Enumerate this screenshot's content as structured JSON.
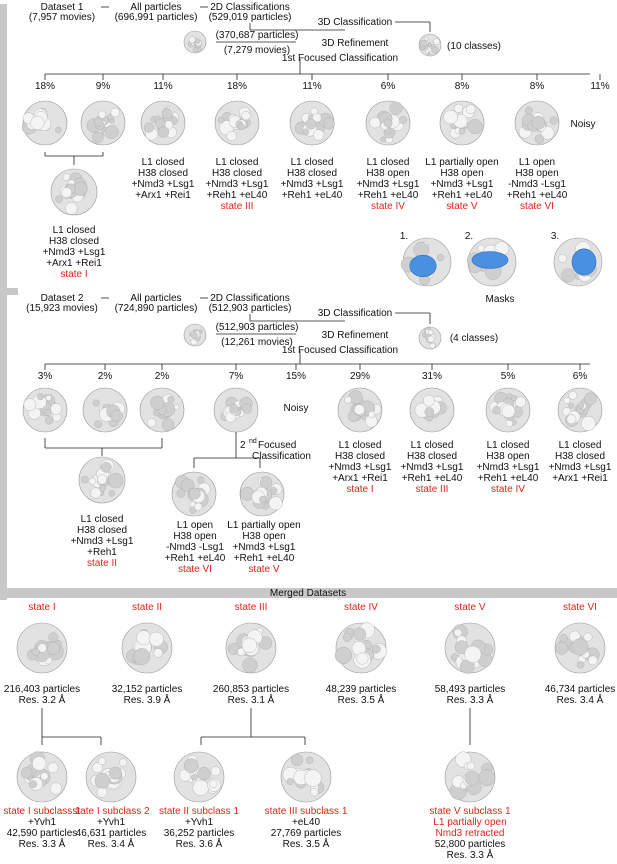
{
  "datasets": [
    {
      "header": {
        "name": "Dataset 1",
        "movies": "(7,957 movies)",
        "all_label": "All particles",
        "all_count": "(696,991 particles)",
        "twod_label": "2D Classifications",
        "twod_count": "(529,019 particles)"
      },
      "class3d": "3D Classification",
      "refine_count": "(370,687 particles)",
      "refine_movies": "(7,279 movies)",
      "refine_label": "3D Refinement",
      "focused_label": "1st Focused Classification",
      "classes": "(10 classes)",
      "pcts": [
        "18%",
        "9%",
        "11%",
        "18%",
        "11%",
        "6%",
        "8%",
        "8%",
        "11%"
      ],
      "noisy": "Noisy",
      "class_labels": [
        {
          "lines": [
            "L1 closed",
            "H38 closed",
            "+Nmd3 +Lsg1",
            "+Arx1 +Rei1"
          ],
          "state": ""
        },
        {
          "lines": [
            "L1 closed",
            "H38 closed",
            "+Nmd3 +Lsg1",
            "+Reh1 +eL40"
          ],
          "state": "state III"
        },
        {
          "lines": [
            "L1 closed",
            "H38 closed",
            "+Nmd3 +Lsg1",
            "+Reh1 +eL40"
          ],
          "state": ""
        },
        {
          "lines": [
            "L1 closed",
            "H38 open",
            "+Nmd3 +Lsg1",
            "+Reh1 +eL40"
          ],
          "state": "state IV"
        },
        {
          "lines": [
            "L1 partially open",
            "H38 open",
            "+Nmd3 +Lsg1",
            "+Reh1 +eL40"
          ],
          "state": "state V"
        },
        {
          "lines": [
            "L1 open",
            "H38 open",
            "-Nmd3 -Lsg1",
            "+Reh1 +eL40"
          ],
          "state": "state VI"
        }
      ],
      "merged_label": {
        "lines": [
          "L1 closed",
          "H38 closed",
          "+Nmd3 +Lsg1",
          "+Arx1 +Rei1"
        ],
        "state": "state I"
      }
    },
    {
      "header": {
        "name": "Dataset 2",
        "movies": "(15,923 movies)",
        "all_label": "All particles",
        "all_count": "(724,890 particles)",
        "twod_label": "2D Classifications",
        "twod_count": "(512,903 particles)"
      },
      "class3d": "3D Classification",
      "refine_count": "(512,903 particles)",
      "refine_movies": "(12,261 movies)",
      "refine_label": "3D Refinement",
      "focused_label": "1st Focused Classification",
      "classes": "(4 classes)",
      "pcts": [
        "3%",
        "2%",
        "2%",
        "7%",
        "15%",
        "29%",
        "31%",
        "5%",
        "6%"
      ],
      "noisy": "Noisy",
      "second_focused": [
        "2",
        "nd",
        "Focused",
        "Classification"
      ],
      "class_labels": [
        {
          "lines": [
            "L1 closed",
            "H38 closed",
            "+Nmd3 +Lsg1",
            "+Arx1 +Rei1"
          ],
          "state": "state I"
        },
        {
          "lines": [
            "L1 closed",
            "H38 closed",
            "+Nmd3 +Lsg1",
            "+Reh1 +eL40"
          ],
          "state": "state III"
        },
        {
          "lines": [
            "L1 closed",
            "H38 open",
            "+Nmd3 +Lsg1",
            "+Reh1 +eL40"
          ],
          "state": "state IV"
        },
        {
          "lines": [
            "L1 closed",
            "H38 closed",
            "+Nmd3 +Lsg1",
            "+Arx1 +Rei1"
          ],
          "state": ""
        }
      ],
      "merged_label": {
        "lines": [
          "L1 closed",
          "H38 closed",
          "+Nmd3 +Lsg1",
          "+Reh1"
        ],
        "state": "state II"
      },
      "sub_labels": [
        {
          "lines": [
            "L1 open",
            "H38 open",
            "-Nmd3 -Lsg1",
            "+Reh1 +eL40"
          ],
          "state": "state VI"
        },
        {
          "lines": [
            "L1 partially open",
            "H38 open",
            "+Nmd3 +Lsg1",
            "+Reh1 +eL40"
          ],
          "state": "state V"
        }
      ]
    }
  ],
  "masks": {
    "numbers": [
      "1.",
      "2.",
      "3."
    ],
    "label": "Masks",
    "color": "#4a90e2"
  },
  "merged": {
    "label": "Merged Datasets",
    "states": [
      {
        "name": "state I",
        "particles": "216,403 particles",
        "res": "Res. 3.2 Å"
      },
      {
        "name": "state II",
        "particles": "32,152 particles",
        "res": "Res. 3.9 Å"
      },
      {
        "name": "state III",
        "particles": "260,853 particles",
        "res": "Res. 3.1 Å"
      },
      {
        "name": "state IV",
        "particles": "48,239 particles",
        "res": "Res. 3.5 Å"
      },
      {
        "name": "state V",
        "particles": "58,493 particles",
        "res": "Res. 3.3 Å"
      },
      {
        "name": "state VI",
        "particles": "46,734 particles",
        "res": "Res. 3.4 Å"
      }
    ],
    "subclasses": [
      {
        "title": [
          "state I subclass 1"
        ],
        "extra": "+Yvh1",
        "particles": "42,590 particles",
        "res": "Res. 3.3 Å"
      },
      {
        "title": [
          "state I subclass 2"
        ],
        "extra": "+Yvh1",
        "particles": "46,631 particles",
        "res": "Res. 3.4 Å"
      },
      {
        "title": [
          "state II subclass 1"
        ],
        "extra": "+Yvh1",
        "particles": "36,252 particles",
        "res": "Res. 3.6 Å"
      },
      {
        "title": [
          "state III subclass 1"
        ],
        "extra": "+eL40",
        "particles": "27,769 particles",
        "res": "Res. 3.5 Å"
      },
      {
        "title": [
          "state V subclass 1",
          "L1 partially open",
          "Nmd3 retracted"
        ],
        "extra": "",
        "particles": "52,800 particles",
        "res": "Res. 3.3 Å"
      }
    ]
  },
  "colors": {
    "state_red": "#e0241b",
    "bar_grey": "#c8c8c8",
    "map_grey": "#d9d9d9"
  }
}
